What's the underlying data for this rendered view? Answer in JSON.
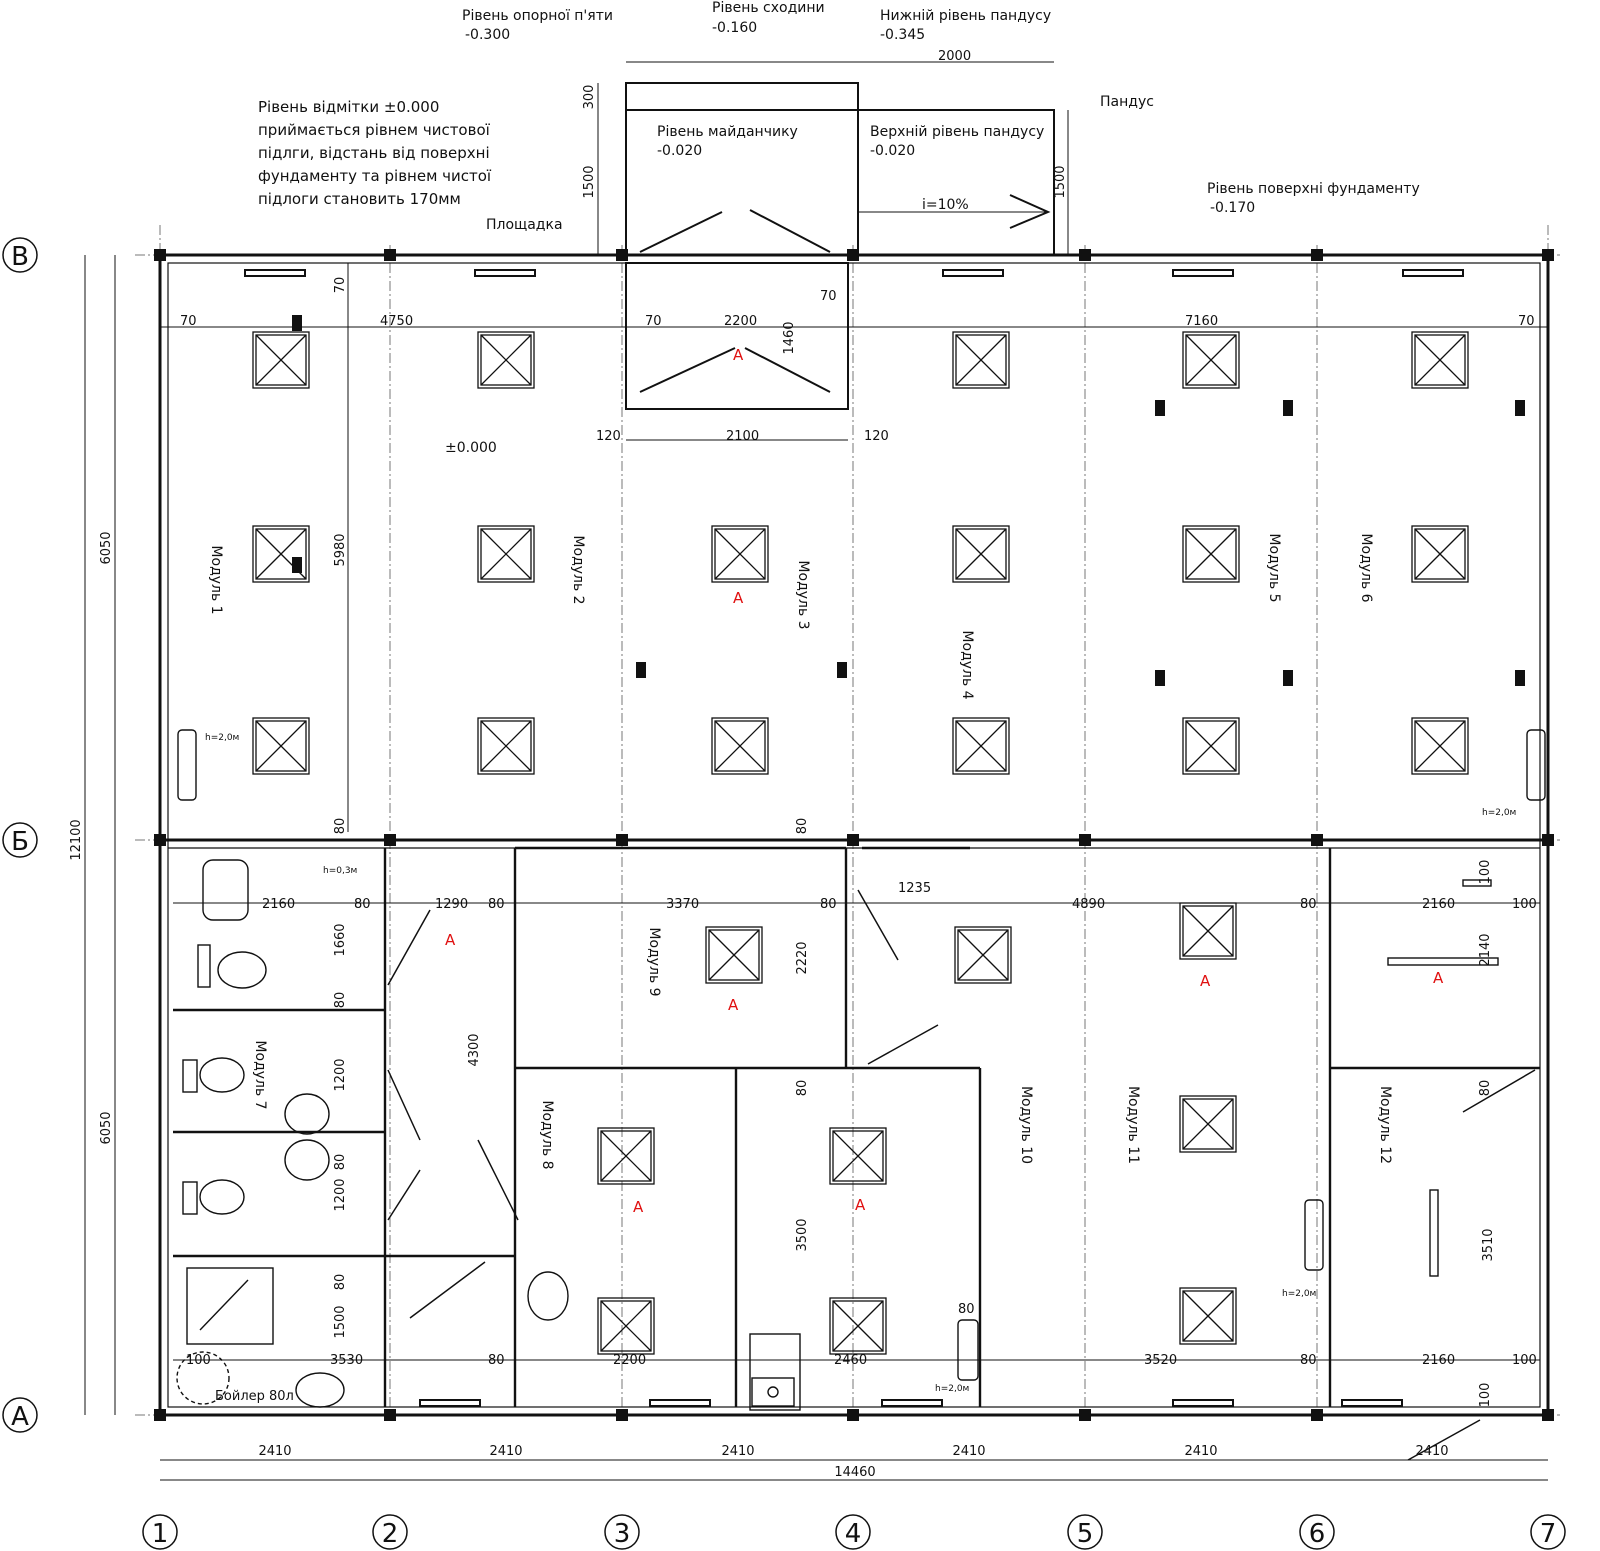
{
  "axes": {
    "columns": [
      "1",
      "2",
      "3",
      "4",
      "5",
      "6",
      "7"
    ],
    "rows": [
      "В",
      "Б",
      "А"
    ]
  },
  "grid_spacing_mm": 2410,
  "bottom_dims": [
    "2410",
    "2410",
    "2410",
    "2410",
    "2410",
    "2410"
  ],
  "total_width": "14460",
  "left_dims": {
    "top": "6050",
    "bottom": "6050",
    "total": "12100"
  },
  "annotations": {
    "heel_level": "Рівень опорної п'яти",
    "heel_value": "-0.300",
    "step_level": "Рівень сходини",
    "step_value": "-0.160",
    "ramp_lower": "Нижній рівень пандусу",
    "ramp_lower_value": "-0.345",
    "ramp": "Пандус",
    "landing_level": "Рівень майданчику",
    "landing_value": "-0.020",
    "ramp_upper": "Верхній рівень пандусу",
    "ramp_upper_value": "-0.020",
    "slope": "i=10%",
    "landing": "Площадка",
    "foundation_level": "Рівень поверхні фундаменту",
    "foundation_value": "-0.170",
    "zero_mark": "±0.000",
    "boiler": "Бойлер 80л",
    "h20": "h=2,0м",
    "h03": "h=0,3м"
  },
  "note_lines": [
    "Рівень відмітки ±0.000",
    "приймається рівнем чистової",
    "підлги, відстань від поверхні",
    "фундаменту та рівнем чистої",
    "підлоги становить 170мм"
  ],
  "modules": [
    "Модуль 1",
    "Модуль 2",
    "Модуль 3",
    "Модуль 4",
    "Модуль 5",
    "Модуль 6",
    "Модуль 7",
    "Модуль 8",
    "Модуль 9",
    "Модуль 10",
    "Модуль 11",
    "Модуль 12"
  ],
  "room_dims": {
    "d70": "70",
    "d4750": "4750",
    "d2200": "2200",
    "d7160": "7160",
    "d1460": "1460",
    "d2100": "2100",
    "d120": "120",
    "d5980": "5980",
    "d300": "300",
    "d1500": "1500",
    "d2000": "2000",
    "d80": "80",
    "d2160": "2160",
    "d1290": "1290",
    "d3370": "3370",
    "d1235": "1235",
    "d4890": "4890",
    "d100": "100",
    "d1660": "1660",
    "d2220": "2220",
    "d4300": "4300",
    "d1200": "1200",
    "d3500": "3500",
    "d3510": "3510",
    "d2140": "2140",
    "d3530": "3530",
    "d2460": "2460",
    "d3520": "3520"
  },
  "marker": "A"
}
